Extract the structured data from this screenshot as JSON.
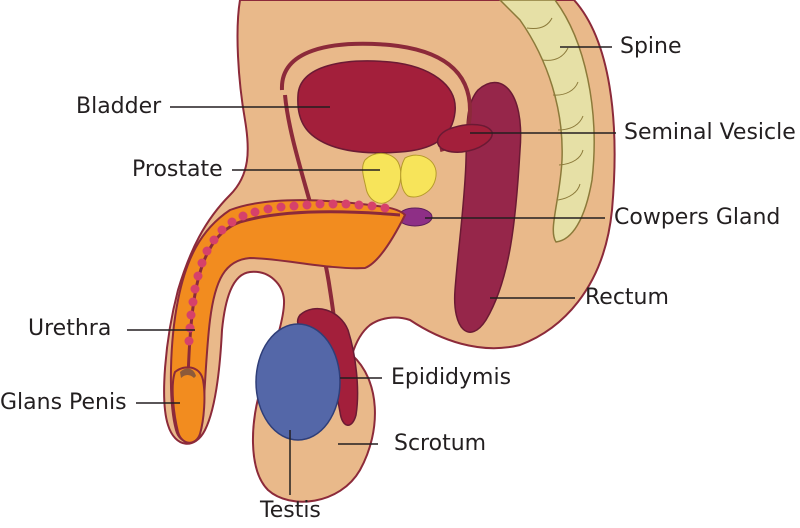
{
  "labels": {
    "spine": "Spine",
    "bladder": "Bladder",
    "seminal_vesicle": "Seminal Vesicle",
    "prostate": "Prostate",
    "cowpers_gland": "Cowpers Gland",
    "rectum": "Rectum",
    "urethra": "Urethra",
    "epididymis": "Epididymis",
    "glans_penis": "Glans Penis",
    "scrotum": "Scrotum",
    "testis": "Testis"
  },
  "colors": {
    "skin": "#e9b98a",
    "outline": "#8c2a3a",
    "bladder": "#a31f3b",
    "rectum": "#96264a",
    "spine": "#e6e0a6",
    "prostate": "#f7e45a",
    "cowpers_gland": "#8e2f86",
    "penis_tissue": "#f28c1f",
    "urethra_beads": "#d6416a",
    "testis": "#5467a8",
    "epididymis": "#a31f3b",
    "leader_line": "#231f20"
  }
}
